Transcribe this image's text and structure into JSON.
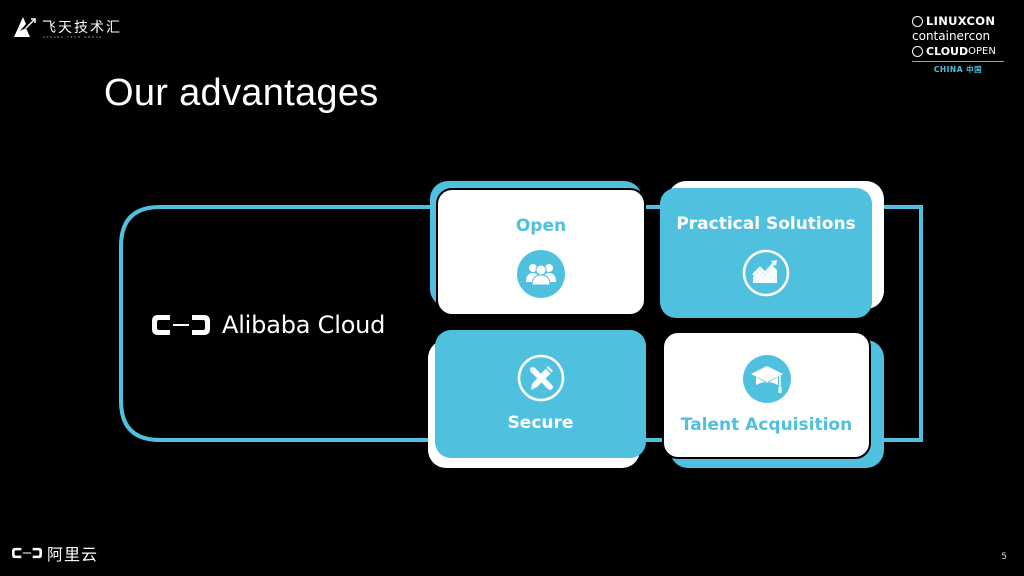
{
  "header": {
    "event_logo": {
      "name_cn": "飞天技术汇",
      "tagline": "APSARA TECH GROUP",
      "icon": "apsara-logo-icon"
    },
    "conference_logo": {
      "line1": "LINUXCON",
      "line2": "containercon",
      "line3_bold": "CLOUD",
      "line3_thin": "OPEN",
      "region": "CHINA 中国",
      "accent_color": "#4fc1df"
    }
  },
  "slide": {
    "title": "Our advantages",
    "brand": {
      "name": "Alibaba Cloud",
      "icon": "alibaba-cloud-logo-icon"
    },
    "advantages": [
      {
        "label": "Open",
        "icon": "users-group-icon",
        "style": "white"
      },
      {
        "label": "Practical Solutions",
        "icon": "trend-chart-icon",
        "style": "cyan"
      },
      {
        "label": "Secure",
        "icon": "tools-icon",
        "style": "cyan"
      },
      {
        "label": "Talent Acquisition",
        "icon": "graduation-cap-icon",
        "style": "white"
      }
    ]
  },
  "footer": {
    "company_cn": "阿里云",
    "page_number": "5"
  },
  "colors": {
    "accent": "#4fc1df",
    "background": "#000000",
    "card_white": "#ffffff"
  }
}
